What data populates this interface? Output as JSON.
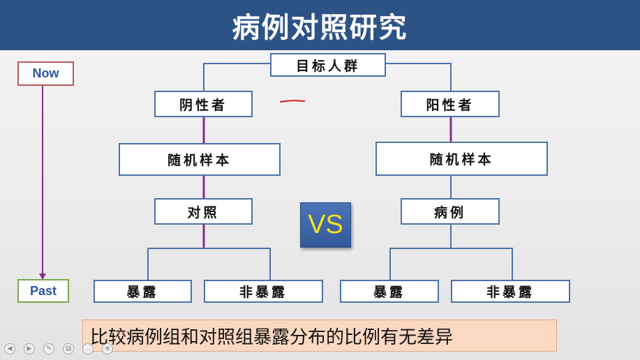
{
  "title": "病例对照研究",
  "timeline": {
    "top": "Now",
    "bottom": "Past"
  },
  "root": "目标人群",
  "left": {
    "group": "阴性者",
    "sample": "随机样本",
    "category": "对照",
    "leaves": [
      "暴露",
      "非暴露"
    ]
  },
  "right": {
    "group": "阳性者",
    "sample": "随机样本",
    "category": "病例",
    "leaves": [
      "暴露",
      "非暴露"
    ]
  },
  "vs_label": "VS",
  "summary": "比较病例组和对照组暴露分布的比例有无差异",
  "colors": {
    "title_bg": "#2d5286",
    "box_border": "#4a72a8",
    "arrow": "#8b2a8a",
    "vs_text": "#f5e11e",
    "summary_bg": "#fbd8c2"
  }
}
